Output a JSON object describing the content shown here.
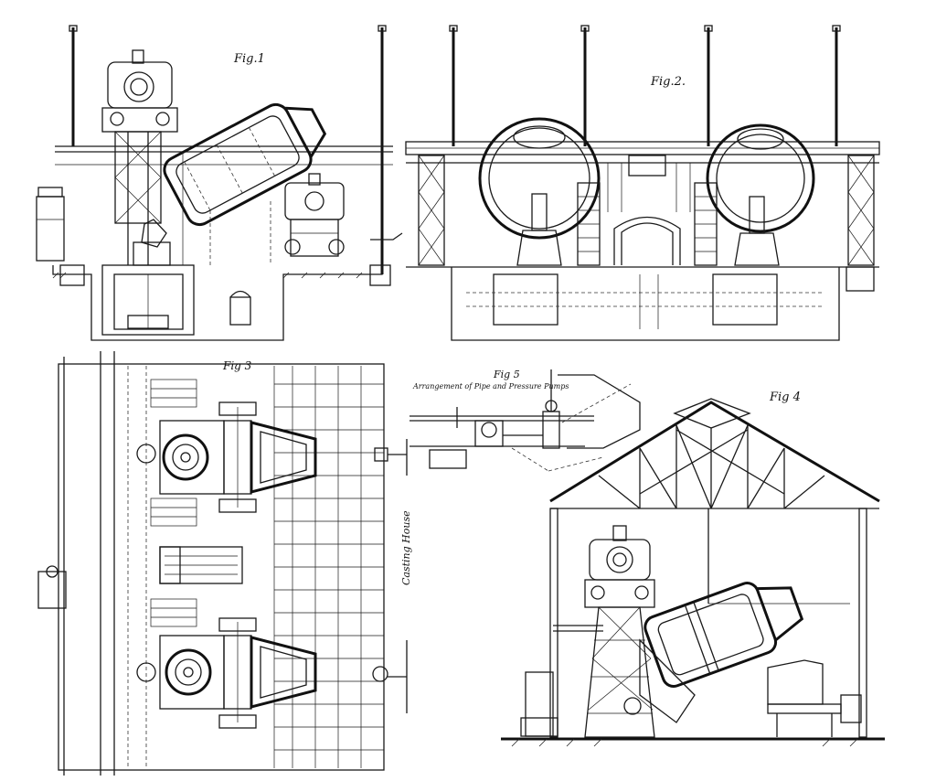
{
  "figures": {
    "fig1": {
      "label": "Fig.1"
    },
    "fig2": {
      "label": "Fig.2."
    },
    "fig3": {
      "label": "Fig 3",
      "side_label": "Casting House"
    },
    "fig4": {
      "label": "Fig 4"
    },
    "fig5": {
      "label": "Fig 5",
      "caption": "Arrangement of Pipe and Pressure Pumps"
    }
  }
}
